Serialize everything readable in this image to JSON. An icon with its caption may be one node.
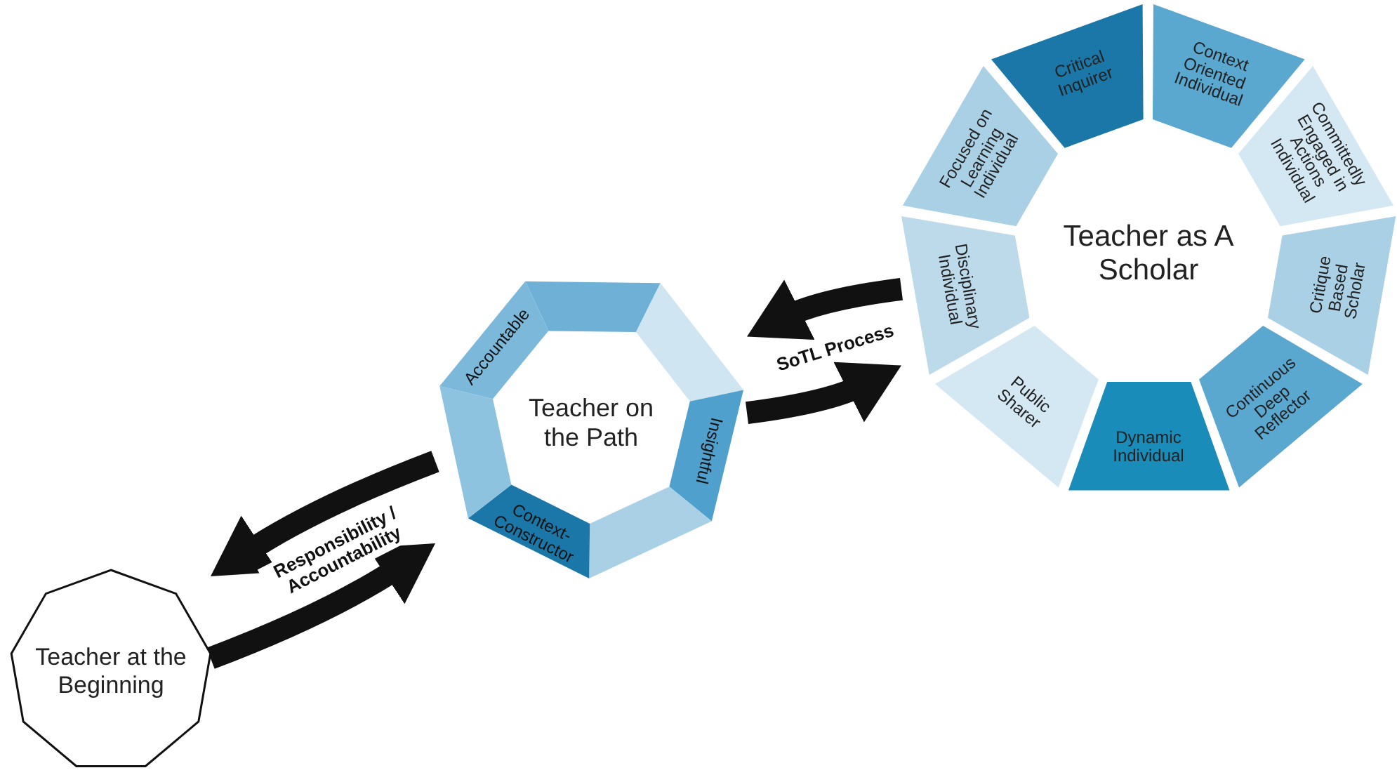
{
  "diagram": {
    "nodes": [
      {
        "text": [
          "Teacher at the Beginning"
        ]
      },
      {
        "text": [
          "Teacher on the Path",
          "Accountable",
          "Insightful",
          "Context-Constructor"
        ]
      },
      {
        "text": [
          "Teacher as A Scholar"
        ]
      },
      {
        "text": [
          "Critical Inquirer"
        ],
        "in": 2
      },
      {
        "text": [
          "Context Oriented Individual"
        ],
        "in": 2
      },
      {
        "text": [
          "Committedly Engaged in Actions Individual"
        ],
        "in": 2
      },
      {
        "text": [
          "Critique Based Scholar"
        ],
        "in": 2
      },
      {
        "text": [
          "Continuous Deep Reflector"
        ],
        "in": 2
      },
      {
        "text": [
          "Dynamic Individual"
        ],
        "in": 2
      },
      {
        "text": [
          "Public Sharer"
        ],
        "in": 2
      },
      {
        "text": [
          "Disciplinary Individual"
        ],
        "in": 2
      },
      {
        "text": [
          "Focused on Learning Individual"
        ],
        "in": 2
      }
    ],
    "edges": [
      {
        "from": 1,
        "to": 0,
        "arrow": "to",
        "label": "Responsibility / Accountability"
      },
      {
        "from": 0,
        "to": 1,
        "arrow": "to"
      },
      {
        "from": 2,
        "to": 1,
        "arrow": "to",
        "label": "SoTL Process"
      },
      {
        "from": 1,
        "to": 2,
        "arrow": "to"
      }
    ]
  }
}
